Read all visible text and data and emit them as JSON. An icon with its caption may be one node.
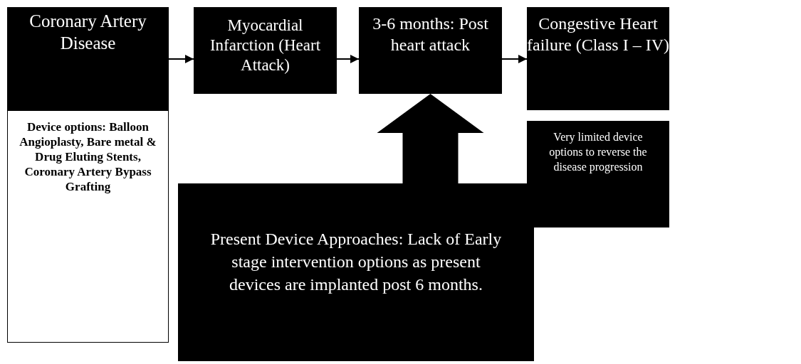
{
  "diagram": {
    "nodes": [
      {
        "text": [
          "Coronary Artery Disease"
        ]
      },
      {
        "text": [
          "Device options: Balloon Angioplasty, Bare metal & Drug Eluting Stents, Coronary Artery Bypass Grafting"
        ]
      },
      {
        "text": [
          "Myocardial Infarction (Heart Attack)"
        ]
      },
      {
        "text": [
          "3-6 months: Post heart attack"
        ]
      },
      {
        "text": [
          "Congestive Heart failure (Class I – IV)"
        ]
      },
      {
        "text": [
          "Very limited device options to reverse the disease progression"
        ]
      },
      {
        "text": [
          "Present Device Approaches: Lack of Early stage intervention options as present devices are implanted post 6 months."
        ]
      }
    ],
    "edges": [
      {
        "from": 0,
        "to": 2,
        "arrow": "to"
      },
      {
        "from": 2,
        "to": 3,
        "arrow": "to"
      },
      {
        "from": 3,
        "to": 4,
        "arrow": "to"
      },
      {
        "from": 6,
        "to": 3,
        "arrow": "to",
        "style": "thick"
      }
    ]
  }
}
